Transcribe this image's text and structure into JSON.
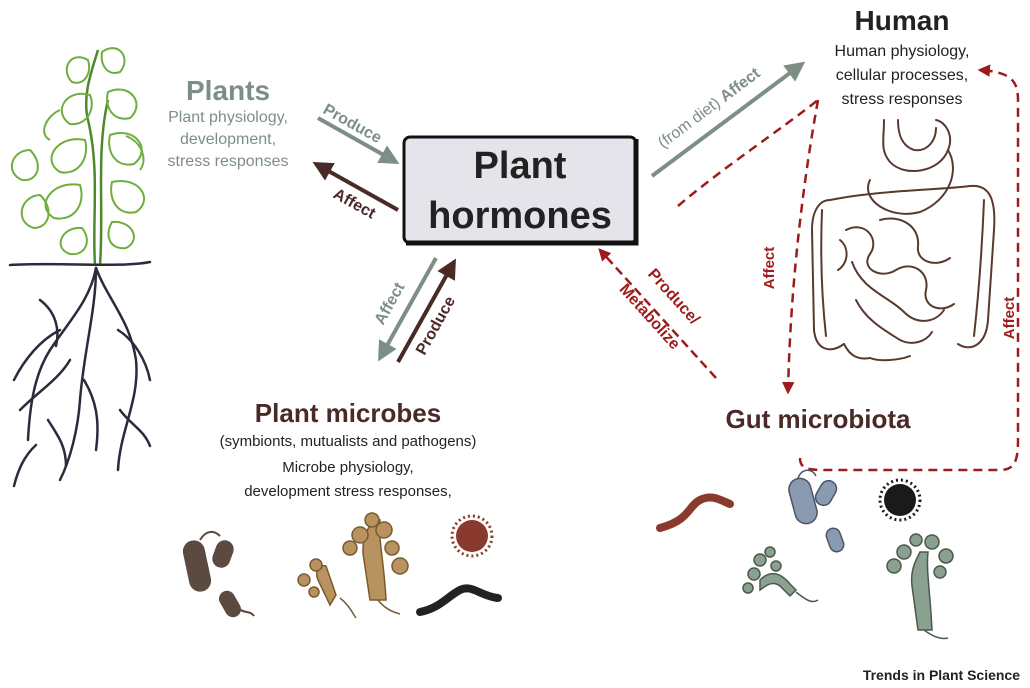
{
  "center": {
    "line1": "Plant",
    "line2": "hormones"
  },
  "plants": {
    "title": "Plants",
    "desc": [
      "Plant physiology,",
      "development,",
      "stress responses"
    ]
  },
  "human": {
    "title": "Human",
    "desc": [
      "Human physiology,",
      "cellular processes,",
      "stress responses"
    ]
  },
  "plant_microbes": {
    "title": "Plant microbes",
    "subtitle": "(symbionts, mutualists and pathogens)",
    "desc": [
      "Microbe physiology,",
      "development stress responses,"
    ]
  },
  "gut_microbiota": {
    "title": "Gut microbiota"
  },
  "arrows": {
    "plants_produce": "Produce",
    "plants_affect": "Affect",
    "human_diet": "(from diet)",
    "human_affect": "Affect",
    "microbes_affect": "Affect",
    "microbes_produce": "Produce",
    "gut_produce": "Produce/",
    "gut_metabolize": "Metabolize",
    "loop_affect_left": "Affect",
    "loop_affect_right": "Affect"
  },
  "footer": {
    "credit": "Trends in Plant Science"
  },
  "colors": {
    "plants_grey_green": "#7d8f84",
    "dark_brown": "#4a2a26",
    "dark_red": "#9e1b1b",
    "gut_brown": "#5a3a2e",
    "box_fill": "#e4e4ea",
    "leaf_green": "#6fae3d",
    "root_navy": "#2b2b3d"
  }
}
